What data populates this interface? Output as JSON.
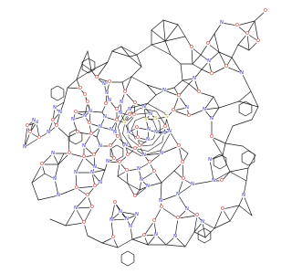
{
  "structure": {
    "atoms": [
      {
        "id": "a1",
        "el": "O"
      },
      {
        "id": "a2",
        "el": "O"
      },
      {
        "id": "a3",
        "el": "O"
      },
      {
        "id": "a4",
        "el": "O"
      },
      {
        "id": "a5",
        "el": "N"
      },
      {
        "id": "a6",
        "el": "N"
      },
      {
        "id": "a7",
        "el": "O"
      },
      {
        "id": "a8",
        "el": "O"
      },
      {
        "id": "a9",
        "el": "N"
      },
      {
        "id": "a10",
        "el": "O"
      },
      {
        "id": "a11",
        "el": "N"
      },
      {
        "id": "a12",
        "el": "O"
      },
      {
        "id": "a13",
        "el": "O"
      },
      {
        "id": "a14",
        "el": "N"
      },
      {
        "id": "a15",
        "el": "O"
      },
      {
        "id": "a16",
        "el": "N"
      },
      {
        "id": "a17",
        "el": "N"
      },
      {
        "id": "a18",
        "el": "O"
      },
      {
        "id": "a19",
        "el": "N"
      },
      {
        "id": "a20",
        "el": "N"
      },
      {
        "id": "a21",
        "el": "O"
      },
      {
        "id": "a22",
        "el": "N"
      },
      {
        "id": "a23",
        "el": "O"
      },
      {
        "id": "a24",
        "el": "N"
      },
      {
        "id": "a25",
        "el": "O"
      },
      {
        "id": "a26",
        "el": "N"
      },
      {
        "id": "a27",
        "el": "O"
      },
      {
        "id": "a28",
        "el": "N"
      },
      {
        "id": "a29",
        "el": "O"
      },
      {
        "id": "a30",
        "el": "N"
      },
      {
        "id": "a31",
        "el": "O"
      },
      {
        "id": "a32",
        "el": "N"
      },
      {
        "id": "a33",
        "el": "O"
      },
      {
        "id": "a34",
        "el": "N"
      },
      {
        "id": "a35",
        "el": "O"
      },
      {
        "id": "a36",
        "el": "O"
      },
      {
        "id": "a37",
        "el": "O"
      },
      {
        "id": "a38",
        "el": "N"
      },
      {
        "id": "a39",
        "el": "N"
      },
      {
        "id": "a40",
        "el": "O"
      },
      {
        "id": "a41",
        "el": "O"
      },
      {
        "id": "a42",
        "el": "N"
      },
      {
        "id": "a43",
        "el": "O"
      },
      {
        "id": "a44",
        "el": "N"
      },
      {
        "id": "a45",
        "el": "O"
      },
      {
        "id": "a46",
        "el": "N"
      },
      {
        "id": "a47",
        "el": "O"
      },
      {
        "id": "a48",
        "el": "N"
      },
      {
        "id": "a49",
        "el": "O"
      },
      {
        "id": "a50",
        "el": "N"
      },
      {
        "id": "a51",
        "el": "O"
      },
      {
        "id": "a52",
        "el": "N"
      },
      {
        "id": "a53",
        "el": "O"
      },
      {
        "id": "a54",
        "el": "N"
      },
      {
        "id": "a55",
        "el": "O"
      },
      {
        "id": "a56",
        "el": "N"
      },
      {
        "id": "a57",
        "el": "O"
      },
      {
        "id": "a58",
        "el": "N"
      },
      {
        "id": "a59",
        "el": "O"
      },
      {
        "id": "a60",
        "el": "N"
      },
      {
        "id": "a61",
        "el": "O"
      },
      {
        "id": "a62",
        "el": "N"
      },
      {
        "id": "a63",
        "el": "O"
      },
      {
        "id": "a64",
        "el": "N"
      },
      {
        "id": "a65",
        "el": "O"
      },
      {
        "id": "a66",
        "el": "N"
      },
      {
        "id": "a67",
        "el": "O"
      },
      {
        "id": "a68",
        "el": "N"
      },
      {
        "id": "a69",
        "el": "O"
      },
      {
        "id": "a70",
        "el": "N"
      },
      {
        "id": "a71",
        "el": "O"
      },
      {
        "id": "a72",
        "el": "N"
      },
      {
        "id": "a73",
        "el": "S"
      },
      {
        "id": "a74",
        "el": "S"
      },
      {
        "id": "a75",
        "el": "S"
      },
      {
        "id": "a76",
        "el": "S"
      },
      {
        "id": "a77",
        "el": "O"
      },
      {
        "id": "a78",
        "el": "O"
      },
      {
        "id": "a79",
        "el": "N"
      },
      {
        "id": "a80",
        "el": "N"
      },
      {
        "id": "a81",
        "el": "N"
      },
      {
        "id": "a82",
        "el": "N"
      },
      {
        "id": "a83",
        "el": "O"
      },
      {
        "id": "a84",
        "el": "N"
      },
      {
        "id": "a85",
        "el": "O"
      },
      {
        "id": "a86",
        "el": "N"
      },
      {
        "id": "a87",
        "el": "O"
      },
      {
        "id": "a88",
        "el": "N"
      },
      {
        "id": "a89",
        "el": "N"
      },
      {
        "id": "a90",
        "el": "O"
      },
      {
        "id": "a91",
        "el": "N"
      },
      {
        "id": "a92",
        "el": "O"
      },
      {
        "id": "a93",
        "el": "O"
      },
      {
        "id": "a94",
        "el": "N"
      },
      {
        "id": "a95",
        "el": "O"
      },
      {
        "id": "a96",
        "el": "N"
      },
      {
        "id": "a97",
        "el": "N"
      },
      {
        "id": "a98",
        "el": "O"
      },
      {
        "id": "a99",
        "el": "N"
      },
      {
        "id": "a100",
        "el": "O"
      },
      {
        "id": "a101",
        "el": "N"
      },
      {
        "id": "a102",
        "el": "O"
      },
      {
        "id": "a103",
        "el": "N"
      },
      {
        "id": "a104",
        "el": "O"
      },
      {
        "id": "a105",
        "el": "N"
      },
      {
        "id": "a106",
        "el": "O"
      },
      {
        "id": "a107",
        "el": "N"
      },
      {
        "id": "a108",
        "el": "O"
      },
      {
        "id": "a109",
        "el": "N"
      },
      {
        "id": "a110",
        "el": "O"
      },
      {
        "id": "a111",
        "el": "N"
      },
      {
        "id": "a112",
        "el": "O"
      },
      {
        "id": "a113",
        "el": "N"
      },
      {
        "id": "a114",
        "el": "O"
      },
      {
        "id": "a115",
        "el": "N"
      },
      {
        "id": "a116",
        "el": "O"
      },
      {
        "id": "a117",
        "el": "N"
      },
      {
        "id": "a118",
        "el": "O"
      },
      {
        "id": "a119",
        "el": "N"
      },
      {
        "id": "a120",
        "el": "O"
      },
      {
        "id": "a121",
        "el": "N"
      },
      {
        "id": "a122",
        "el": "O"
      },
      {
        "id": "a123",
        "el": "N"
      },
      {
        "id": "a124",
        "el": "O"
      },
      {
        "id": "a125",
        "el": "N"
      },
      {
        "id": "a126",
        "el": "O"
      },
      {
        "id": "a127",
        "el": "N"
      },
      {
        "id": "a128",
        "el": "O"
      },
      {
        "id": "a129",
        "el": "N"
      },
      {
        "id": "a130",
        "el": "O"
      },
      {
        "id": "a131",
        "el": "N"
      },
      {
        "id": "a132",
        "el": "O"
      },
      {
        "id": "a133",
        "el": "N"
      },
      {
        "id": "a134",
        "el": "O"
      },
      {
        "id": "a135",
        "el": "N"
      },
      {
        "id": "a136",
        "el": "O"
      },
      {
        "id": "a137",
        "el": "N"
      },
      {
        "id": "a138",
        "el": "O"
      },
      {
        "id": "a139",
        "el": "N"
      },
      {
        "id": "a140",
        "el": "O"
      }
    ],
    "element_colors": {
      "O": "#e0120e",
      "N": "#1a1acc",
      "S": "#c8b400",
      "C": "#1a1a1a"
    }
  }
}
